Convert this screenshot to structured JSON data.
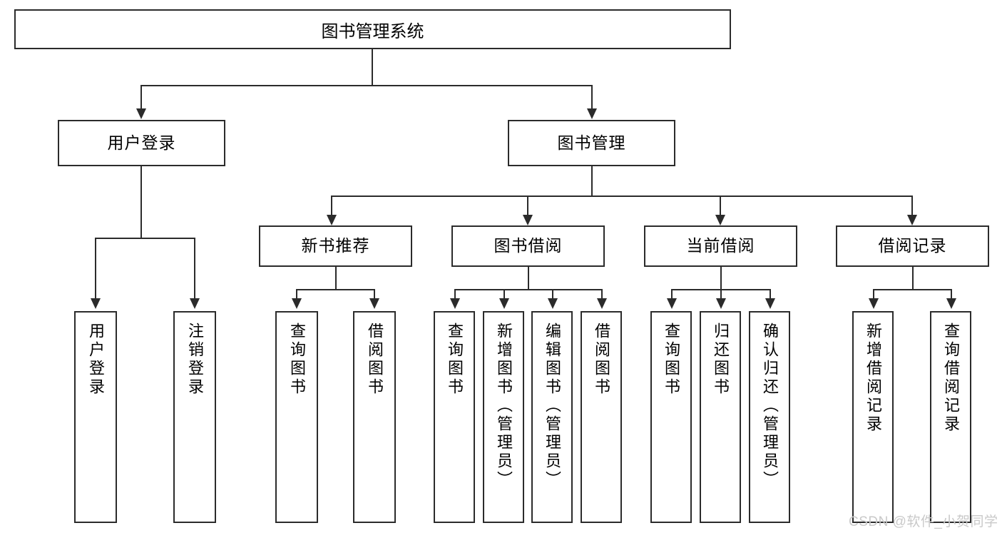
{
  "diagram": {
    "title": "图书管理系统",
    "type": "tree",
    "watermark": "CSDN @软件_小贺同学",
    "colors": {
      "stroke": "#2b2b2b",
      "box_fill": "#ffffff",
      "background": "#ffffff",
      "text": "#000000",
      "watermark": "#c9c9c9"
    },
    "root": {
      "label": "图书管理系统"
    },
    "level1": [
      {
        "label": "用户登录"
      },
      {
        "label": "图书管理"
      }
    ],
    "level2": [
      {
        "label": "新书推荐",
        "parent": "图书管理"
      },
      {
        "label": "图书借阅",
        "parent": "图书管理"
      },
      {
        "label": "当前借阅",
        "parent": "图书管理"
      },
      {
        "label": "借阅记录",
        "parent": "图书管理"
      }
    ],
    "leaves": {
      "user_login": [
        {
          "label": "用户登录"
        },
        {
          "label": "注销登录"
        }
      ],
      "new_book": [
        {
          "label": "查询图书"
        },
        {
          "label": "借阅图书"
        }
      ],
      "borrow": [
        {
          "label": "查询图书"
        },
        {
          "label": "新增图书（管理员）"
        },
        {
          "label": "编辑图书（管理员）"
        },
        {
          "label": "借阅图书"
        }
      ],
      "current": [
        {
          "label": "查询图书"
        },
        {
          "label": "归还图书"
        },
        {
          "label": "确认归还（管理员）"
        }
      ],
      "records": [
        {
          "label": "新增借阅记录"
        },
        {
          "label": "查询借阅记录"
        }
      ]
    }
  }
}
